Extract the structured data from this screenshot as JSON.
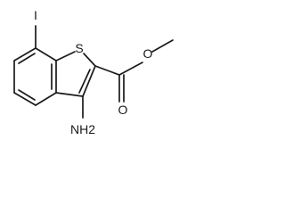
{
  "molecule": {
    "atoms": {
      "iodine": "I",
      "sulfur": "S",
      "carbonyl_oxygen": "O",
      "ester_oxygen": "O",
      "amine": "NH2"
    }
  }
}
